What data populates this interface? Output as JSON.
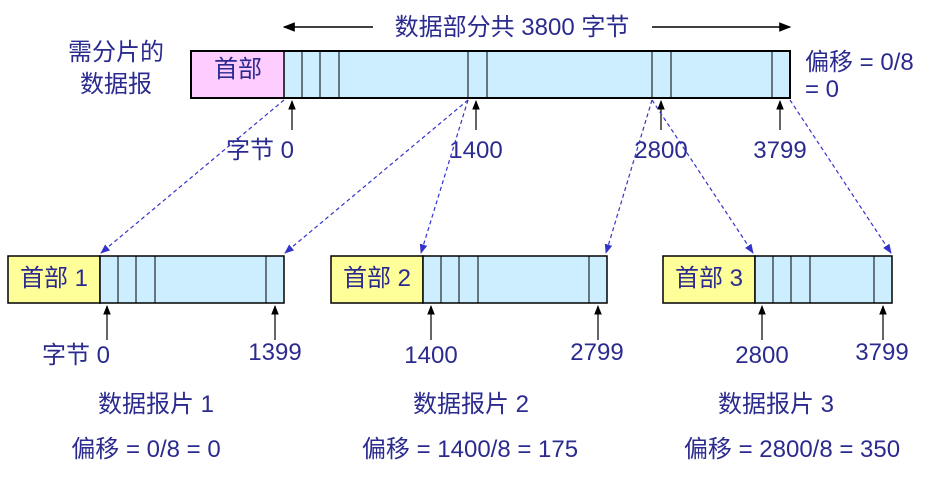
{
  "title": "数据部分共 3800 字节",
  "original_label": [
    "需分片的",
    "数据报"
  ],
  "original_header": "首部",
  "original_offset": [
    "偏移 = 0/8",
    "= 0"
  ],
  "original_markers": [
    "字节 0",
    "1400",
    "2800",
    "3799"
  ],
  "fragments": [
    {
      "header": "首部 1",
      "start_label": "字节 0",
      "end_label": "1399",
      "name": "数据报片 1",
      "offset": "偏移 = 0/8 = 0"
    },
    {
      "header": "首部 2",
      "start_label": "1400",
      "end_label": "2799",
      "name": "数据报片 2",
      "offset": "偏移 = 1400/8 = 175"
    },
    {
      "header": "首部 3",
      "start_label": "2800",
      "end_label": "3799",
      "name": "数据报片 3",
      "offset": "偏移 = 2800/8 = 350"
    }
  ],
  "colors": {
    "text": "#2b2b8f",
    "data_fill": "#cceeff",
    "original_header_fill": "#ffccff",
    "fragment_header_fill": "#ffff99",
    "dashed_arrow": "#3333cc"
  }
}
